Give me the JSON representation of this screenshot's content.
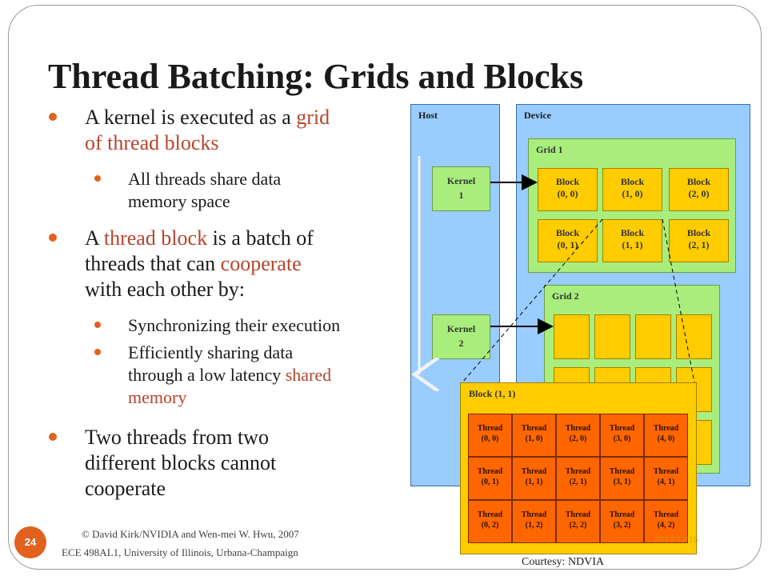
{
  "title": "Thread Batching: Grids and Blocks",
  "bullets": {
    "b1_pre": "A kernel is executed as a ",
    "b1_hl1": "grid",
    "b1_hl2": "of thread blocks",
    "b1_sub1_line1": "All threads share data",
    "b1_sub1_line2": "memory space",
    "b2_pre": "A ",
    "b2_hl1": "thread block",
    "b2_mid": " is a batch of",
    "b2_line2_pre": "threads that can ",
    "b2_hl2": "cooperate",
    "b2_line3": "with each other by:",
    "b2_sub1": "Synchronizing their execution",
    "b2_sub2_line1": "Efficiently sharing data",
    "b2_sub2_line2_pre": "through a low latency ",
    "b2_sub2_hl": "shared",
    "b2_sub2_line3": "memory",
    "b3_line1": "Two threads from two",
    "b3_line2": "different blocks cannot",
    "b3_line3": "cooperate"
  },
  "diagram": {
    "host_label": "Host",
    "device_label": "Device",
    "kernel1": [
      "Kernel",
      "1"
    ],
    "kernel2": [
      "Kernel",
      "2"
    ],
    "grid1_label": "Grid 1",
    "grid2_label": "Grid 2",
    "grid1_blocks": [
      [
        "Block",
        "(0, 0)"
      ],
      [
        "Block",
        "(1, 0)"
      ],
      [
        "Block",
        "(2, 0)"
      ],
      [
        "Block",
        "(0, 1)"
      ],
      [
        "Block",
        "(1, 1)"
      ],
      [
        "Block",
        "(2, 1)"
      ]
    ],
    "zoom_block_label": "Block (1, 1)",
    "threads": [
      [
        "Thread",
        "(0, 0)"
      ],
      [
        "Thread",
        "(1, 0)"
      ],
      [
        "Thread",
        "(2, 0)"
      ],
      [
        "Thread",
        "(3, 0)"
      ],
      [
        "Thread",
        "(4, 0)"
      ],
      [
        "Thread",
        "(0, 1)"
      ],
      [
        "Thread",
        "(1, 1)"
      ],
      [
        "Thread",
        "(2, 1)"
      ],
      [
        "Thread",
        "(3, 1)"
      ],
      [
        "Thread",
        "(4, 1)"
      ],
      [
        "Thread",
        "(0, 2)"
      ],
      [
        "Thread",
        "(1, 2)"
      ],
      [
        "Thread",
        "(2, 2)"
      ],
      [
        "Thread",
        "(3, 2)"
      ],
      [
        "Thread",
        "(4, 2)"
      ]
    ],
    "courtesy": "Courtesy: NDVIA"
  },
  "footer": {
    "line1": "© David Kirk/NVIDIA and Wen-mei W. Hwu, 2007",
    "line2": "ECE 498AL1, University of Illinois, Urbana-Champaign",
    "page": "24",
    "date": "2013/12/16"
  },
  "colors": {
    "accent": "#e2611f",
    "highlight_text": "#b5452d",
    "panel_blue": "#99ccff",
    "grid_green": "#a9ee7c",
    "block_yellow": "#ffcc00",
    "thread_orange": "#ff6600"
  }
}
